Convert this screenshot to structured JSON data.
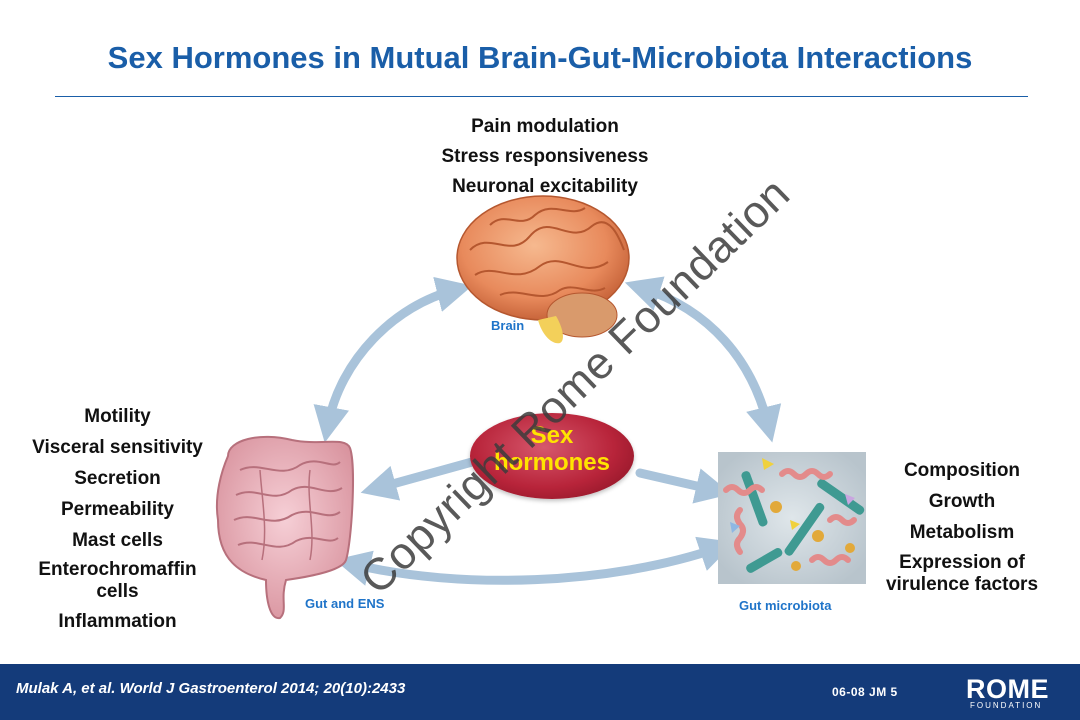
{
  "title": "Sex Hormones in Mutual Brain-Gut-Microbiota Interactions",
  "brain": {
    "effects": [
      "Pain modulation",
      "Stress responsiveness",
      "Neuronal excitability"
    ],
    "caption": "Brain"
  },
  "gut": {
    "effects": [
      "Motility",
      "Visceral sensitivity",
      "Secretion",
      "Permeability",
      "Mast cells",
      "Enterochromaffin",
      "cells",
      "Inflammation"
    ],
    "caption": "Gut and ENS"
  },
  "microbiota": {
    "effects": [
      "Composition",
      "Growth",
      "Metabolism",
      "Expression of",
      "virulence factors"
    ],
    "caption": "Gut microbiota"
  },
  "center": {
    "line1": "Sex",
    "line2": "hormones"
  },
  "watermark": "Copyright Rome Foundation",
  "footer": {
    "citation": "Mulak A, et al. World J Gastroenterol 2014; 20(10):2433",
    "slide_code": "06-08  JM  5",
    "logo_text": "ROME",
    "logo_subtext": "FOUNDATION"
  },
  "colors": {
    "title": "#1a5ea8",
    "caption": "#1f74c9",
    "hormones_fill": "#b8243a",
    "hormones_text": "#ffe400",
    "footer_bg": "#143b7a",
    "arrow": "#a9c3da"
  },
  "icons": [
    "brain-illustration",
    "intestine-illustration",
    "microbiota-illustration",
    "rome-flame-icon"
  ]
}
